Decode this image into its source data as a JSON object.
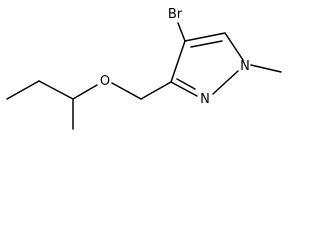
{
  "molecule": {
    "atoms": {
      "bromine": "Br",
      "oxygen": "O",
      "nitrogen_1": "N",
      "nitrogen_2": "N"
    },
    "colors": {
      "bond": "#000000",
      "label": "#000000",
      "background": "#ffffff"
    }
  }
}
